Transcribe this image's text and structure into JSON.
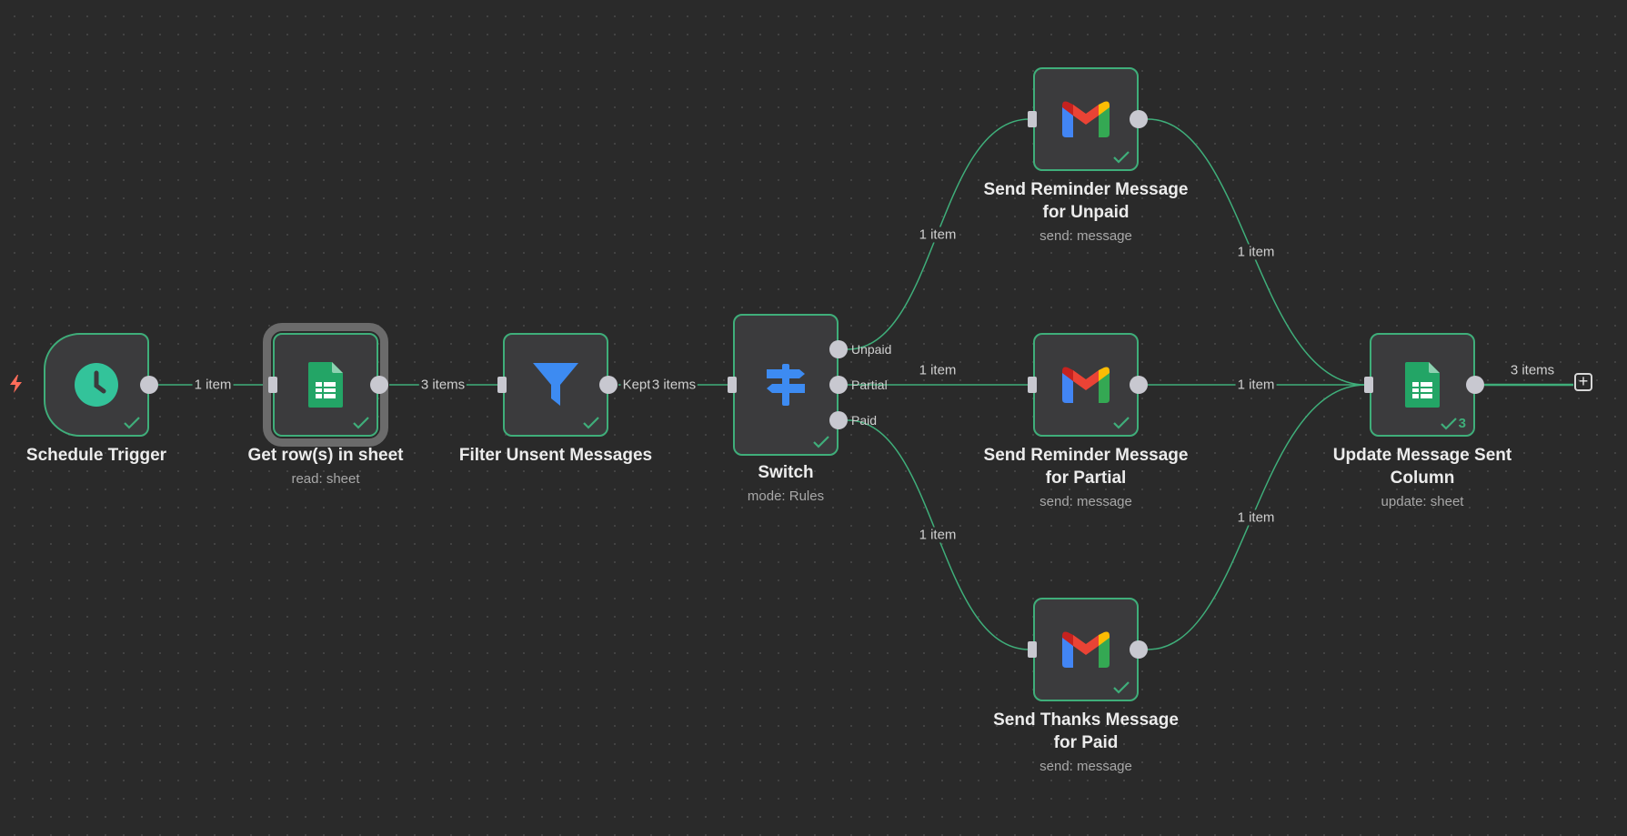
{
  "nodes": {
    "schedule_trigger": {
      "label": "Schedule Trigger",
      "icon": "clock-icon"
    },
    "get_rows": {
      "label": "Get row(s) in sheet",
      "subtitle": "read: sheet",
      "icon": "google-sheets-icon"
    },
    "filter": {
      "label": "Filter Unsent Messages",
      "icon": "filter-icon"
    },
    "switch": {
      "label": "Switch",
      "subtitle": "mode: Rules",
      "icon": "signpost-icon",
      "outputs": [
        "Unpaid",
        "Partial",
        "Paid"
      ]
    },
    "send_unpaid": {
      "label_line1": "Send Reminder Message",
      "label_line2": "for Unpaid",
      "subtitle": "send: message",
      "icon": "gmail-icon"
    },
    "send_partial": {
      "label_line1": "Send Reminder Message",
      "label_line2": "for Partial",
      "subtitle": "send: message",
      "icon": "gmail-icon"
    },
    "send_paid": {
      "label_line1": "Send Thanks Message",
      "label_line2": "for Paid",
      "subtitle": "send: message",
      "icon": "gmail-icon"
    },
    "update": {
      "label_line1": "Update Message Sent",
      "label_line2": "Column",
      "subtitle": "update: sheet",
      "icon": "google-sheets-icon",
      "run_count": "3"
    }
  },
  "edges": {
    "trigger_to_get": "1 item",
    "get_to_filter": "3 items",
    "filter_kept": "Kept",
    "filter_to_switch": "3 items",
    "switch_unpaid": "1 item",
    "switch_partial": "1 item",
    "switch_paid": "1 item",
    "unpaid_to_update": "1 item",
    "partial_to_update": "1 item",
    "paid_to_update": "1 item",
    "update_out": "3 items"
  },
  "colors": {
    "success": "#3fae7a",
    "background": "#2a2a2a",
    "node_fill": "#3b3b3d",
    "trigger_bolt": "#ff6d5a"
  }
}
